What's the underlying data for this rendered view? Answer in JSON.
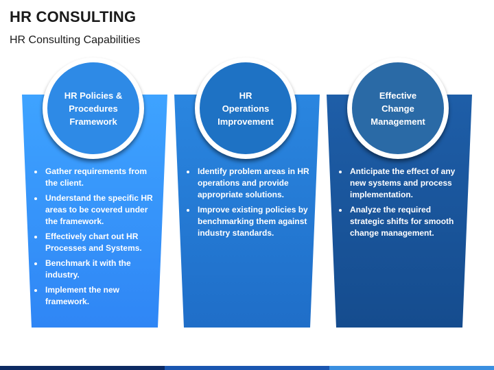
{
  "header": {
    "title": "HR CONSULTING",
    "subtitle": "HR Consulting Capabilities"
  },
  "cards": [
    {
      "heading": "HR Policies &\nProcedures\nFramework",
      "color_top": "#3ea3ff",
      "color_bottom": "#2f86f5",
      "circle_color": "#2e8ae6",
      "bullets": [
        "Gather requirements from the client.",
        "Understand the specific HR areas to be covered under the framework.",
        "Effectively chart out HR Processes and Systems.",
        "Benchmark it with the industry.",
        "Implement the new framework."
      ]
    },
    {
      "heading": "HR\nOperations\nImprovement",
      "color_top": "#2a86e0",
      "color_bottom": "#1f6ec8",
      "circle_color": "#1e72c4",
      "bullets": [
        "Identify problem areas in HR operations and provide appropriate solutions.",
        "Improve existing policies by benchmarking them against industry standards."
      ]
    },
    {
      "heading": "Effective\nChange\nManagement",
      "color_top": "#1e5ea8",
      "color_bottom": "#154c8e",
      "circle_color": "#2a6aa6",
      "bullets": [
        "Anticipate the effect of any new systems and process implementation.",
        "Analyze the required strategic shifts for smooth change management."
      ]
    }
  ],
  "bottom_bar_colors": [
    "#0c2a63",
    "#1a56b0",
    "#3a8fe0"
  ]
}
